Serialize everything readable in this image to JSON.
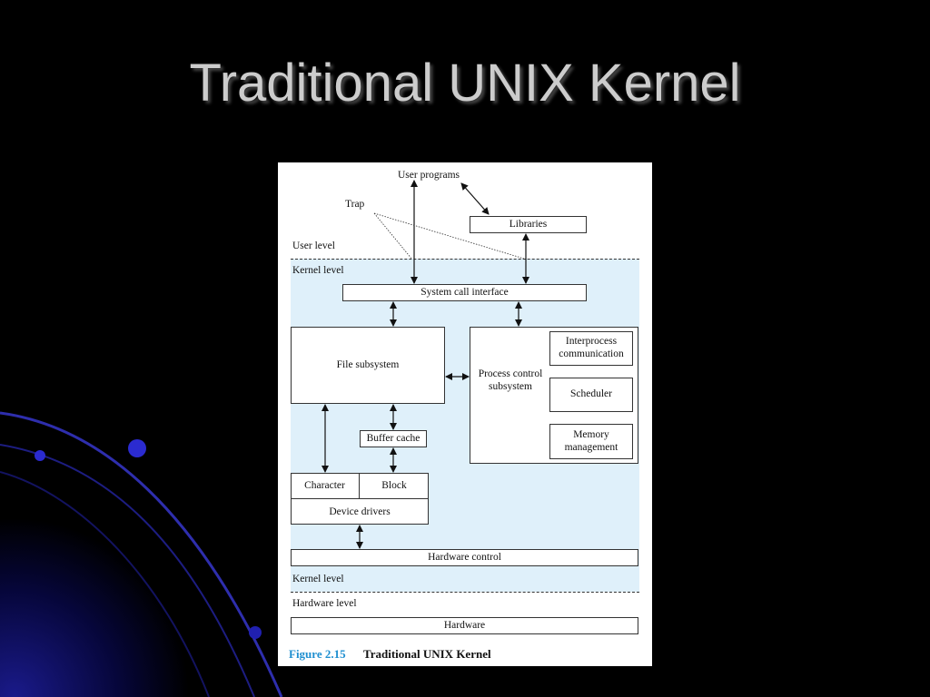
{
  "slide": {
    "title": "Traditional UNIX Kernel"
  },
  "figure": {
    "caption_number": "Figure 2.15",
    "caption_title": "Traditional UNIX Kernel",
    "labels": {
      "user_programs": "User programs",
      "trap": "Trap",
      "user_level": "User level",
      "kernel_level_top": "Kernel level",
      "kernel_level_bottom": "Kernel level",
      "hardware_level": "Hardware level"
    },
    "boxes": {
      "libraries": "Libraries",
      "system_call_interface": "System call interface",
      "file_subsystem": "File subsystem",
      "process_control_subsystem": "Process control subsystem",
      "interprocess_communication": "Interprocess communication",
      "scheduler": "Scheduler",
      "memory_management": "Memory management",
      "buffer_cache": "Buffer cache",
      "character": "Character",
      "block": "Block",
      "device_drivers": "Device drivers",
      "hardware_control": "Hardware control",
      "hardware": "Hardware"
    },
    "colors": {
      "kernel_region": "#dff0fa",
      "caption_accent": "#1f8fd0"
    }
  }
}
